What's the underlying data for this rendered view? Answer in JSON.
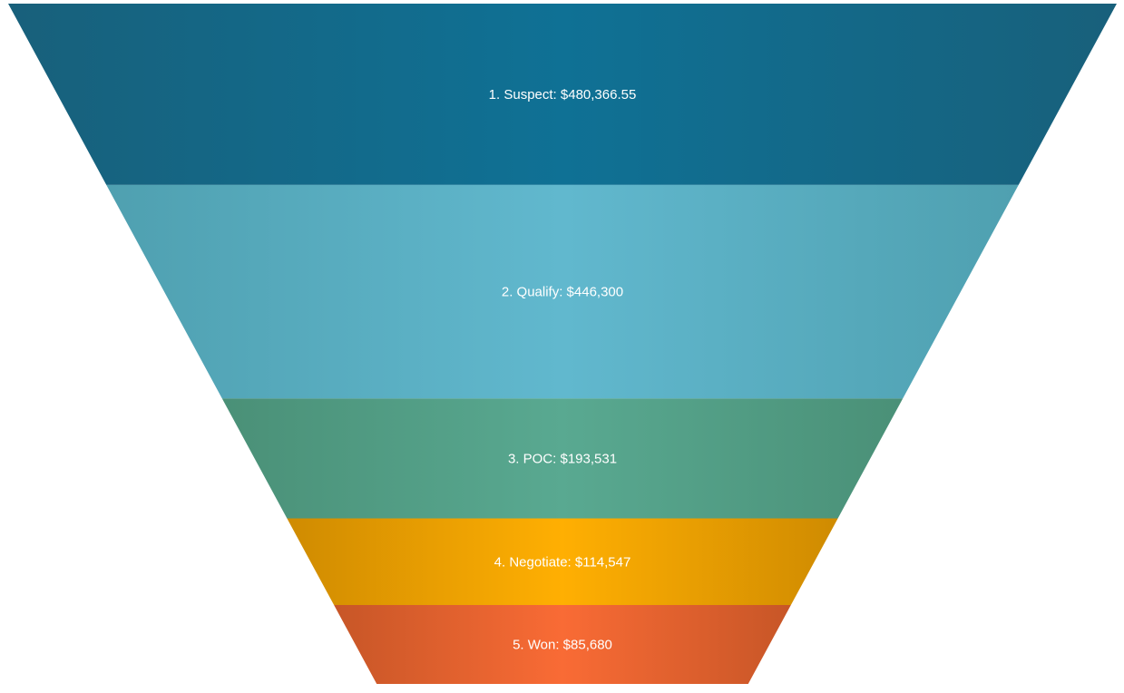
{
  "chart": {
    "title": "",
    "background_color": "#ffffff",
    "label_text_color": "#ffffff"
  },
  "chart_data": {
    "type": "funnel",
    "title": "",
    "orientation": "inverted-triangle",
    "area_proportional": true,
    "truncated_apex": true,
    "grid": false,
    "legend": "none",
    "categories": [
      "Suspect",
      "Qualify",
      "POC",
      "Negotiate",
      "Won"
    ],
    "values": [
      480366.55,
      446300,
      193531,
      114547,
      85680
    ],
    "stages": [
      {
        "order": "1",
        "name": "Suspect",
        "value": 480366.55,
        "label": "1. Suspect: $480,366.55",
        "color_center": "#0F7195",
        "color_edge": "#18607B"
      },
      {
        "order": "2",
        "name": "Qualify",
        "value": 446300,
        "label": "2. Qualify: $446,300",
        "color_center": "#61B8CE",
        "color_edge": "#4FA0B0"
      },
      {
        "order": "3",
        "name": "POC",
        "value": 193531,
        "label": "3. POC: $193,531",
        "color_center": "#59A991",
        "color_edge": "#4A9077"
      },
      {
        "order": "4",
        "name": "Negotiate",
        "value": 114547,
        "label": "4. Negotiate: $114,547",
        "color_center": "#FFAF02",
        "color_edge": "#CF8B01"
      },
      {
        "order": "5",
        "name": "Won",
        "value": 85680,
        "label": "5. Won: $85,680",
        "color_center": "#F96B35",
        "color_edge": "#C75627"
      }
    ]
  }
}
